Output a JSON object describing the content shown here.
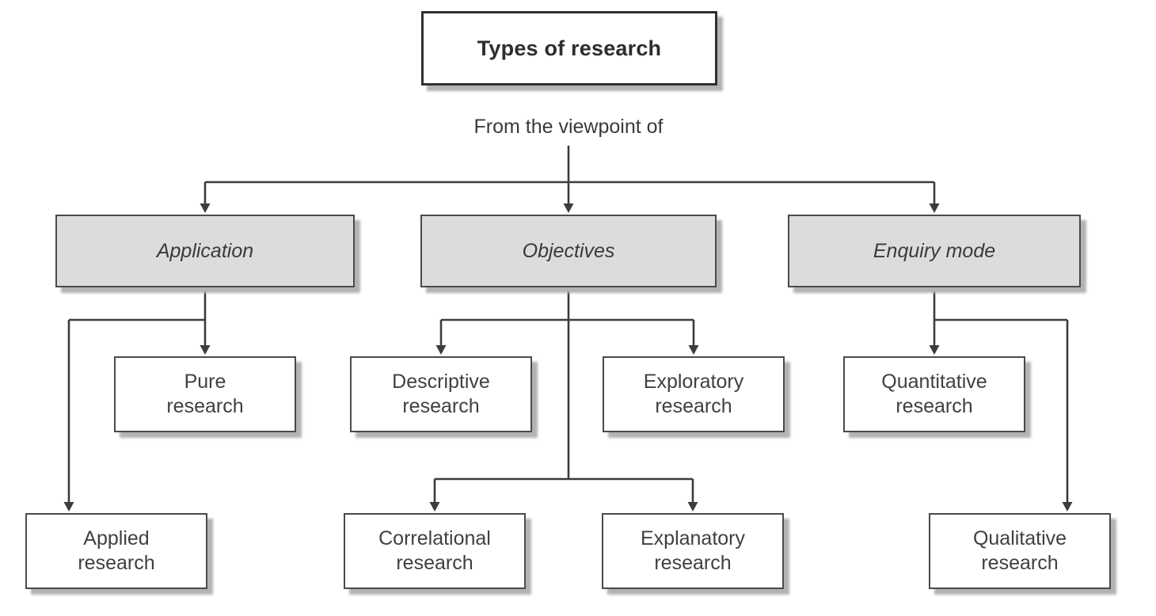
{
  "diagram": {
    "title": "Types of research",
    "subtitle": "From the viewpoint of",
    "categories": {
      "application": {
        "label": "Application"
      },
      "objectives": {
        "label": "Objectives"
      },
      "enquiry": {
        "label": "Enquiry mode"
      }
    },
    "nodes": {
      "pure": {
        "lines": [
          "Pure",
          "research"
        ]
      },
      "descriptive": {
        "lines": [
          "Descriptive",
          "research"
        ]
      },
      "exploratory": {
        "lines": [
          "Exploratory",
          "research"
        ]
      },
      "quantitative": {
        "lines": [
          "Quantitative",
          "research"
        ]
      },
      "applied": {
        "lines": [
          "Applied",
          "research"
        ]
      },
      "correlational": {
        "lines": [
          "Correlational",
          "research"
        ]
      },
      "explanatory": {
        "lines": [
          "Explanatory",
          "research"
        ]
      },
      "qualitative": {
        "lines": [
          "Qualitative",
          "research"
        ]
      }
    },
    "edges": [
      {
        "from": "Types of research",
        "via": "From the viewpoint of",
        "to": [
          "Application",
          "Objectives",
          "Enquiry mode"
        ]
      },
      {
        "from": "Application",
        "to": [
          "Pure research",
          "Applied research"
        ]
      },
      {
        "from": "Objectives",
        "to": [
          "Descriptive research",
          "Exploratory research",
          "Correlational research",
          "Explanatory research"
        ]
      },
      {
        "from": "Enquiry mode",
        "to": [
          "Quantitative research",
          "Qualitative research"
        ]
      }
    ],
    "colors": {
      "background": "#ffffff",
      "box_fill_white": "#ffffff",
      "box_fill_gray": "#dcdcdc",
      "box_border": "#4a4a4a",
      "connector_line": "#3c3c3c",
      "shadow": "#b3b3b3",
      "text": "#3a3a3a"
    }
  }
}
